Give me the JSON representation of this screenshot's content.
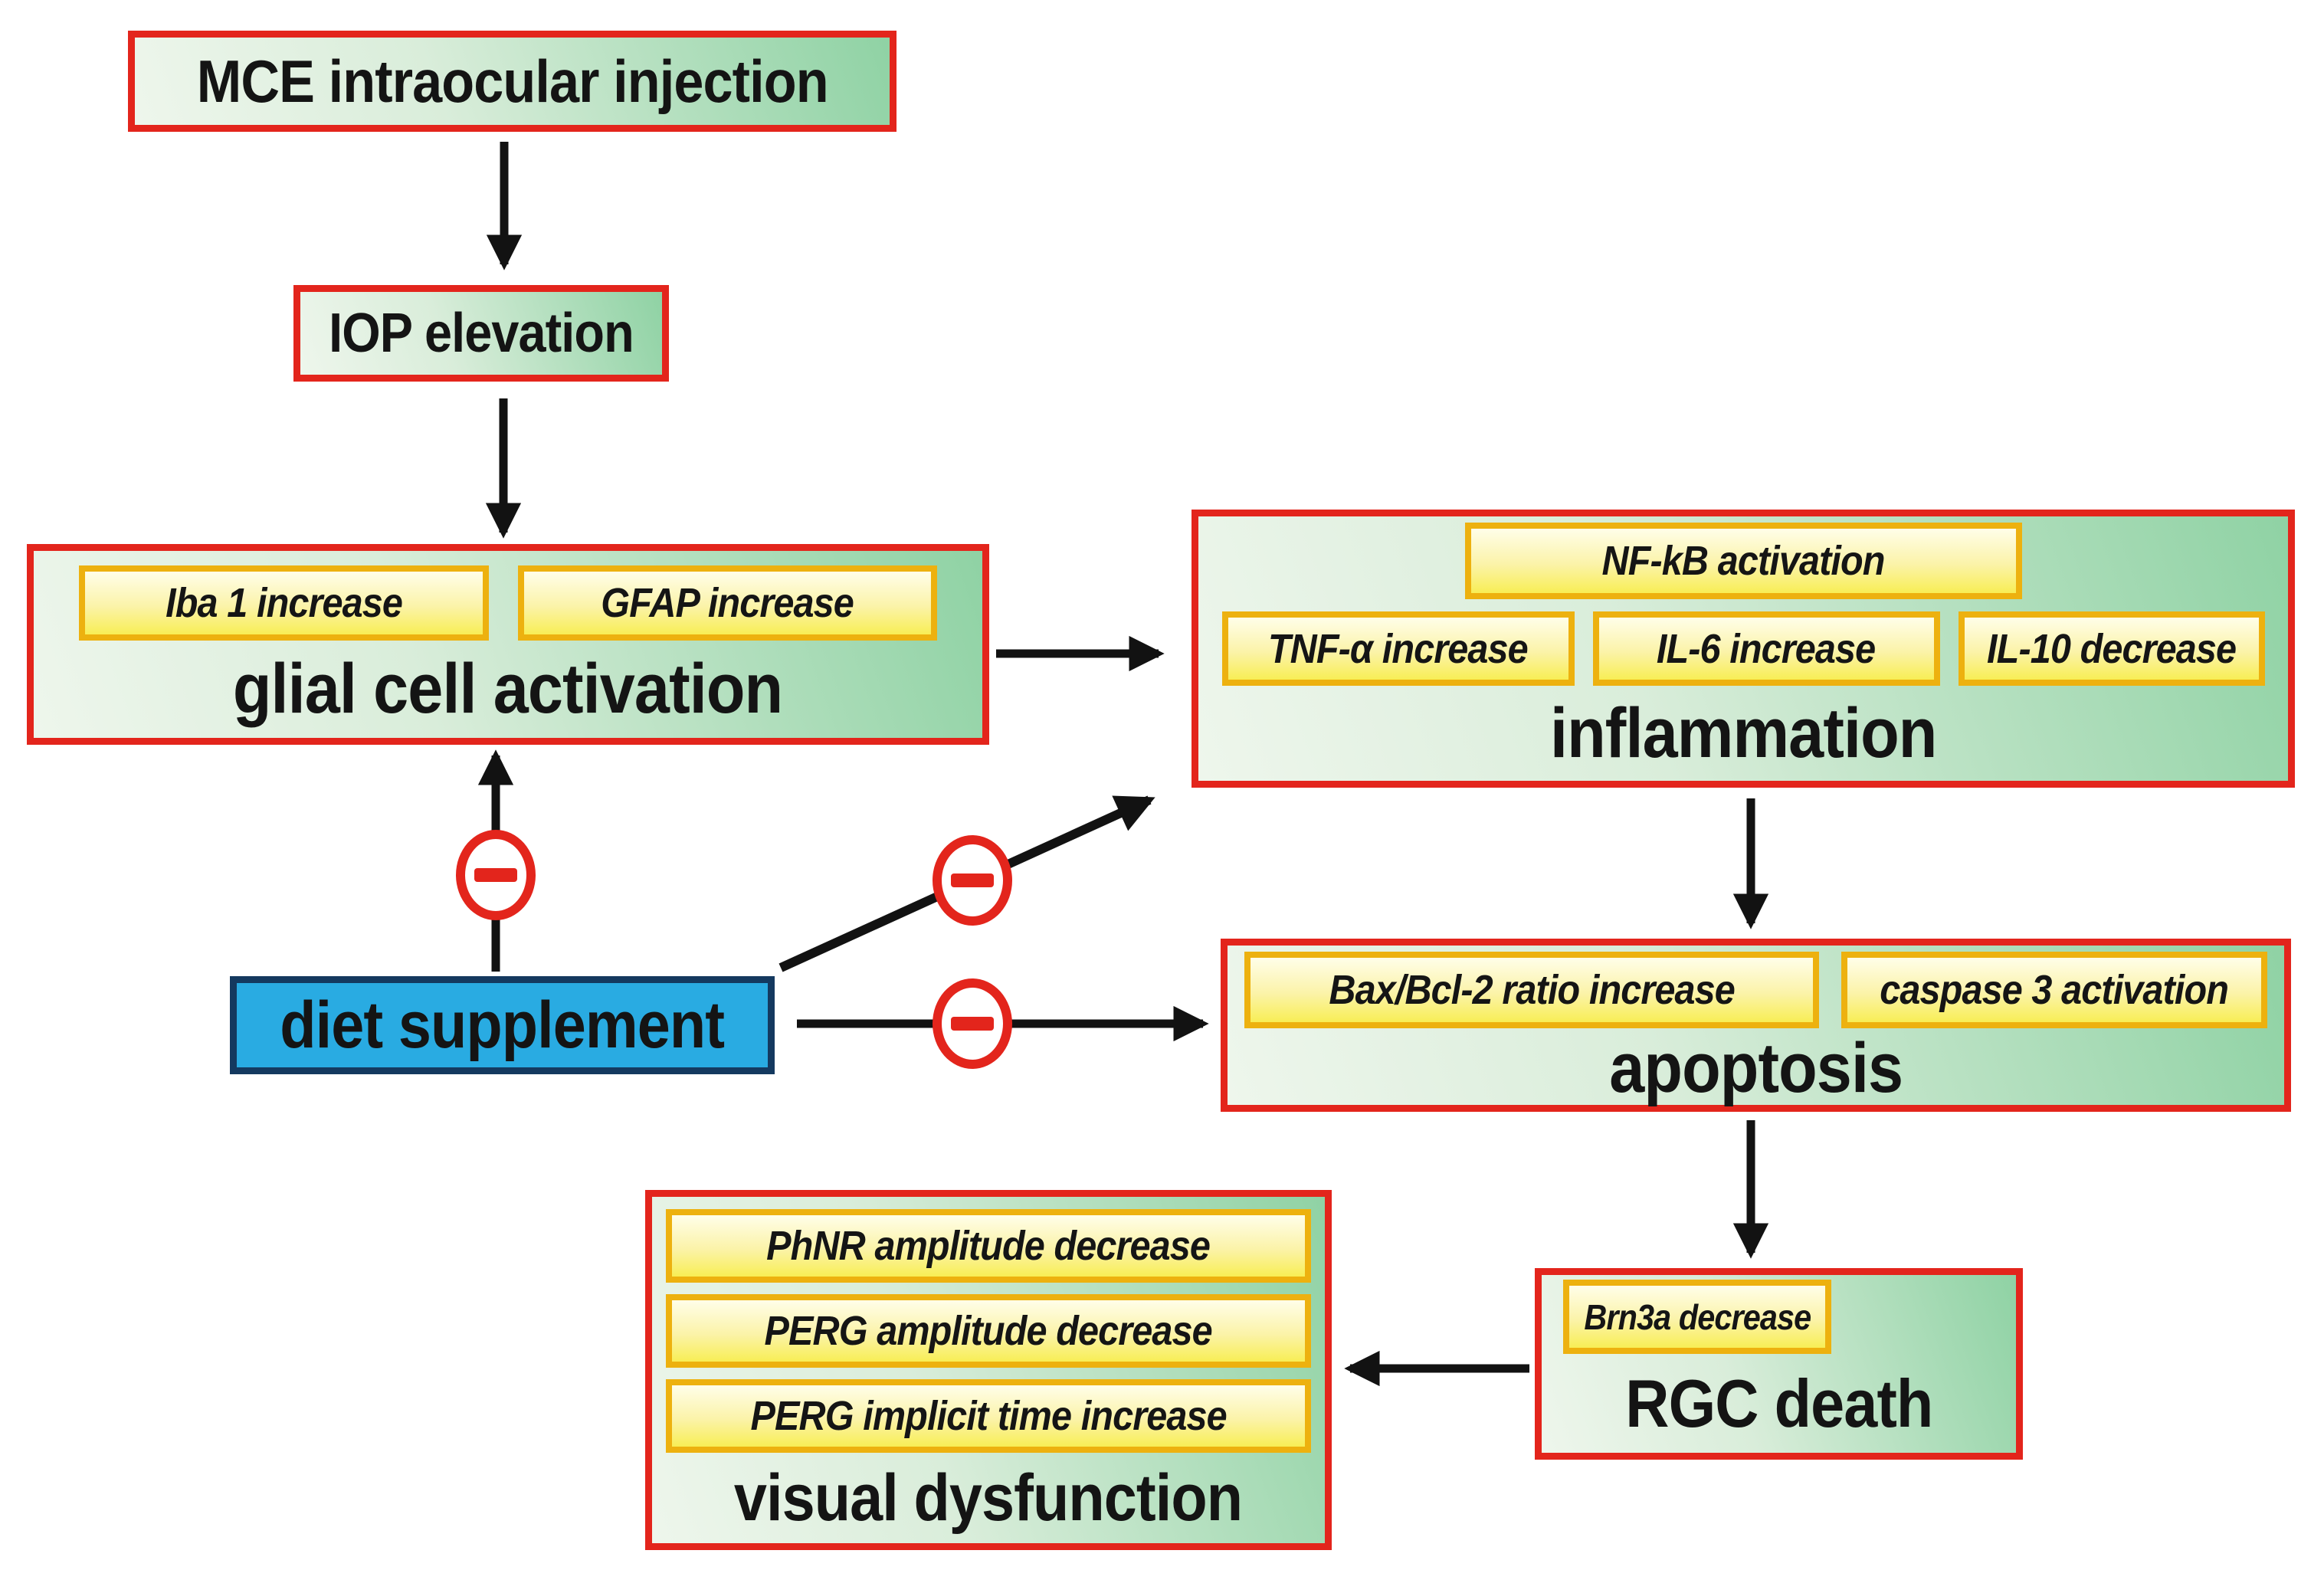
{
  "diagram_type": "pathway-flowchart",
  "nodes": {
    "mce": {
      "label": "MCE intraocular injection"
    },
    "iop": {
      "label": "IOP elevation"
    },
    "glial": {
      "label": "glial cell activation",
      "markers": [
        "Iba 1 increase",
        "GFAP increase"
      ]
    },
    "inflammation": {
      "label": "inflammation",
      "marker_top": "NF-kB activation",
      "markers": [
        "TNF-α increase",
        "IL-6 increase",
        "IL-10 decrease"
      ]
    },
    "apoptosis": {
      "label": "apoptosis",
      "markers": [
        "Bax/Bcl-2 ratio increase",
        "caspase 3 activation"
      ]
    },
    "rgc": {
      "label": "RGC death",
      "markers": [
        "Brn3a decrease"
      ]
    },
    "visual": {
      "label": "visual dysfunction",
      "markers": [
        "PhNR amplitude decrease",
        "PERG amplitude decrease",
        "PERG implicit time increase"
      ]
    },
    "diet": {
      "label": "diet supplement"
    }
  },
  "edges": [
    {
      "from": "MCE intraocular injection",
      "to": "IOP elevation",
      "type": "activation"
    },
    {
      "from": "IOP elevation",
      "to": "glial cell activation",
      "type": "activation"
    },
    {
      "from": "glial cell activation",
      "to": "inflammation",
      "type": "activation"
    },
    {
      "from": "inflammation",
      "to": "apoptosis",
      "type": "activation"
    },
    {
      "from": "apoptosis",
      "to": "RGC death",
      "type": "activation"
    },
    {
      "from": "RGC death",
      "to": "visual dysfunction",
      "type": "activation"
    },
    {
      "from": "diet supplement",
      "to": "glial cell activation",
      "type": "inhibition"
    },
    {
      "from": "diet supplement",
      "to": "inflammation",
      "type": "inhibition"
    },
    {
      "from": "diet supplement",
      "to": "apoptosis",
      "type": "inhibition"
    }
  ],
  "symbols": {
    "inhibition": "minus-in-circle"
  },
  "palette": {
    "node_border_red": "#e3251c",
    "chip_border_gold": "#edb10f",
    "green_gradient_light": "#eef6ec",
    "green_gradient_dark": "#8fd2a4",
    "chip_gradient_light": "#fffee9",
    "chip_gradient_dark": "#f8ee55",
    "diet_fill_blue": "#29abe2",
    "diet_border_navy": "#14395f",
    "arrow_black": "#121212",
    "text_black": "#141414"
  }
}
